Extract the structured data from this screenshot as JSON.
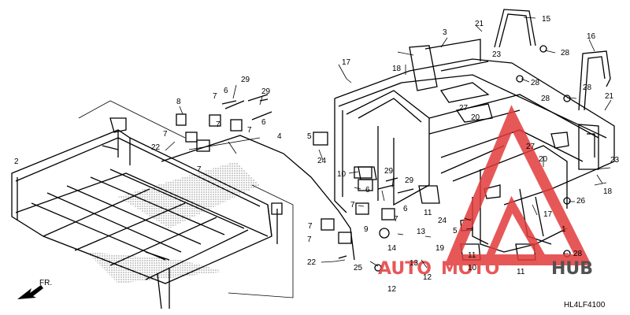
{
  "diagram_code": "HL4LF4100",
  "direction_label": "FR.",
  "watermark": {
    "word1": "AUTO",
    "word2": "MOTO",
    "word3": "HUB",
    "color_red": "#e23b3b",
    "color_dark": "#333333"
  },
  "callouts": [
    {
      "text": "1"
    },
    {
      "text": "2"
    },
    {
      "text": "3"
    },
    {
      "text": "4"
    },
    {
      "text": "5"
    },
    {
      "text": "5"
    },
    {
      "text": "6"
    },
    {
      "text": "6"
    },
    {
      "text": "6"
    },
    {
      "text": "6"
    },
    {
      "text": "7"
    },
    {
      "text": "7"
    },
    {
      "text": "7"
    },
    {
      "text": "7"
    },
    {
      "text": "7"
    },
    {
      "text": "7"
    },
    {
      "text": "7"
    },
    {
      "text": "7"
    },
    {
      "text": "7"
    },
    {
      "text": "8"
    },
    {
      "text": "9"
    },
    {
      "text": "10"
    },
    {
      "text": "10"
    },
    {
      "text": "11"
    },
    {
      "text": "11"
    },
    {
      "text": "11"
    },
    {
      "text": "12"
    },
    {
      "text": "12"
    },
    {
      "text": "13"
    },
    {
      "text": "13"
    },
    {
      "text": "14"
    },
    {
      "text": "15"
    },
    {
      "text": "16"
    },
    {
      "text": "17"
    },
    {
      "text": "17"
    },
    {
      "text": "18"
    },
    {
      "text": "18"
    },
    {
      "text": "19"
    },
    {
      "text": "20"
    },
    {
      "text": "20"
    },
    {
      "text": "21"
    },
    {
      "text": "21"
    },
    {
      "text": "22"
    },
    {
      "text": "22"
    },
    {
      "text": "23"
    },
    {
      "text": "23"
    },
    {
      "text": "24"
    },
    {
      "text": "24"
    },
    {
      "text": "25"
    },
    {
      "text": "26"
    },
    {
      "text": "27"
    },
    {
      "text": "27"
    },
    {
      "text": "28"
    },
    {
      "text": "28"
    },
    {
      "text": "28"
    },
    {
      "text": "28"
    },
    {
      "text": "28"
    },
    {
      "text": "29"
    },
    {
      "text": "29"
    },
    {
      "text": "29"
    },
    {
      "text": "29"
    }
  ]
}
